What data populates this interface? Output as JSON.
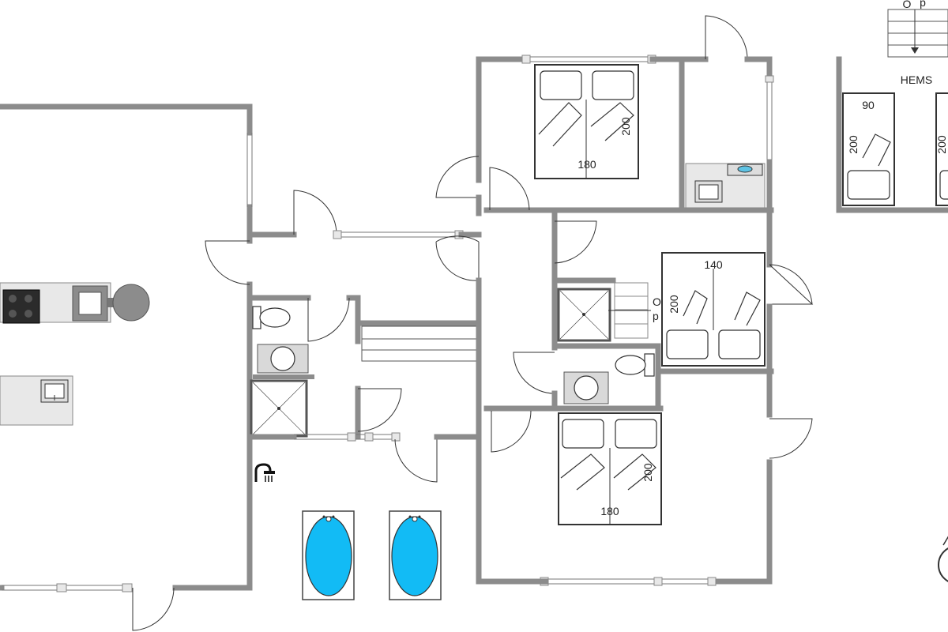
{
  "labels": {
    "hems": "HEMS",
    "stair_up_o": "O",
    "stair_up_p": "p",
    "stair_main_o": "O",
    "stair_main_p": "p"
  },
  "dimensions": {
    "bed_top_width": "180",
    "bed_top_length": "200",
    "bed_mid_width": "140",
    "bed_mid_length": "200",
    "bed_bottom_width": "180",
    "bed_bottom_length": "200",
    "hems_bed_width": "90",
    "hems_bed_length": "200",
    "hems_bed2_length": "200"
  },
  "colors": {
    "wall": "#8c8c8c",
    "spa_water": "#12bbf5",
    "stove": "#2b2b2b"
  },
  "icons": [
    "shower-icon",
    "compass-icon",
    "stove-icon",
    "sink-icon",
    "toilet-icon",
    "washing-machine-icon"
  ]
}
